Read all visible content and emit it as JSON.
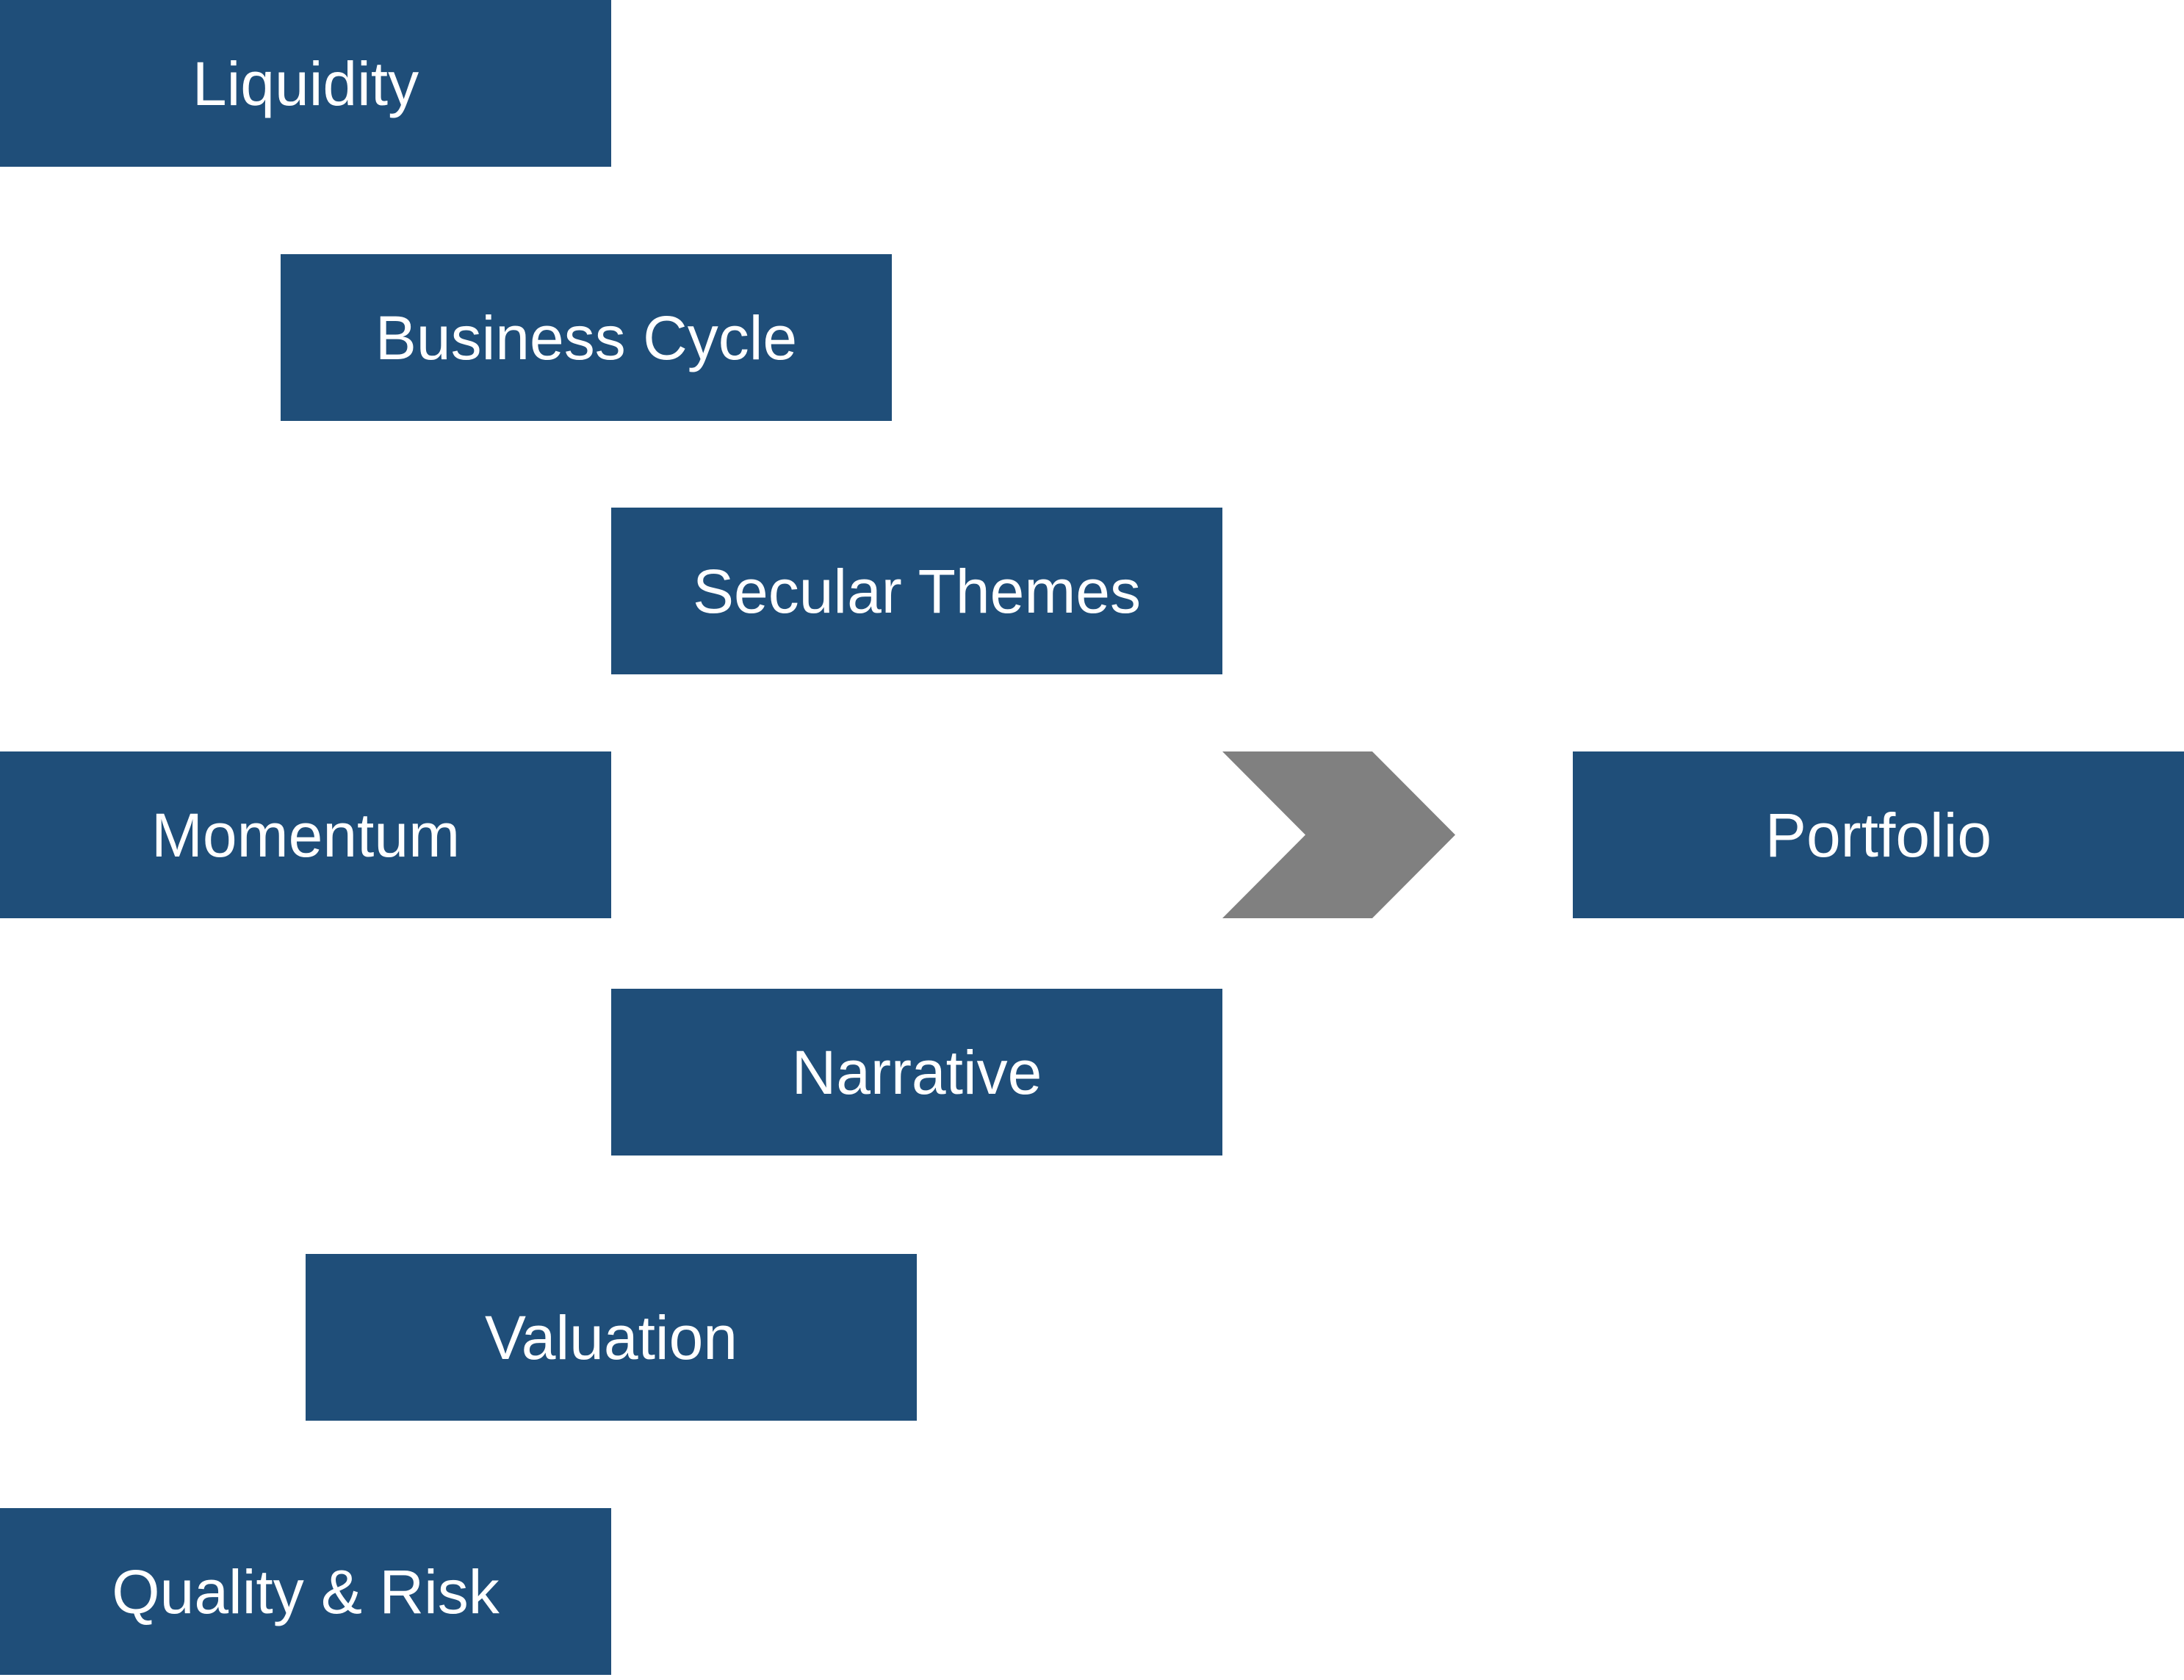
{
  "factors": {
    "liquidity": "Liquidity",
    "business_cycle": "Business Cycle",
    "secular_themes": "Secular Themes",
    "momentum": "Momentum",
    "narrative": "Narrative",
    "valuation": "Valuation",
    "quality_risk": "Quality & Risk"
  },
  "output": {
    "label": "Portfolio"
  },
  "colors": {
    "box_fill": "#1f4e79",
    "box_text": "#ffffff",
    "chevron_fill": "#808080",
    "background": "#ffffff"
  },
  "icons": {
    "chevron": "chevron-right-icon"
  }
}
